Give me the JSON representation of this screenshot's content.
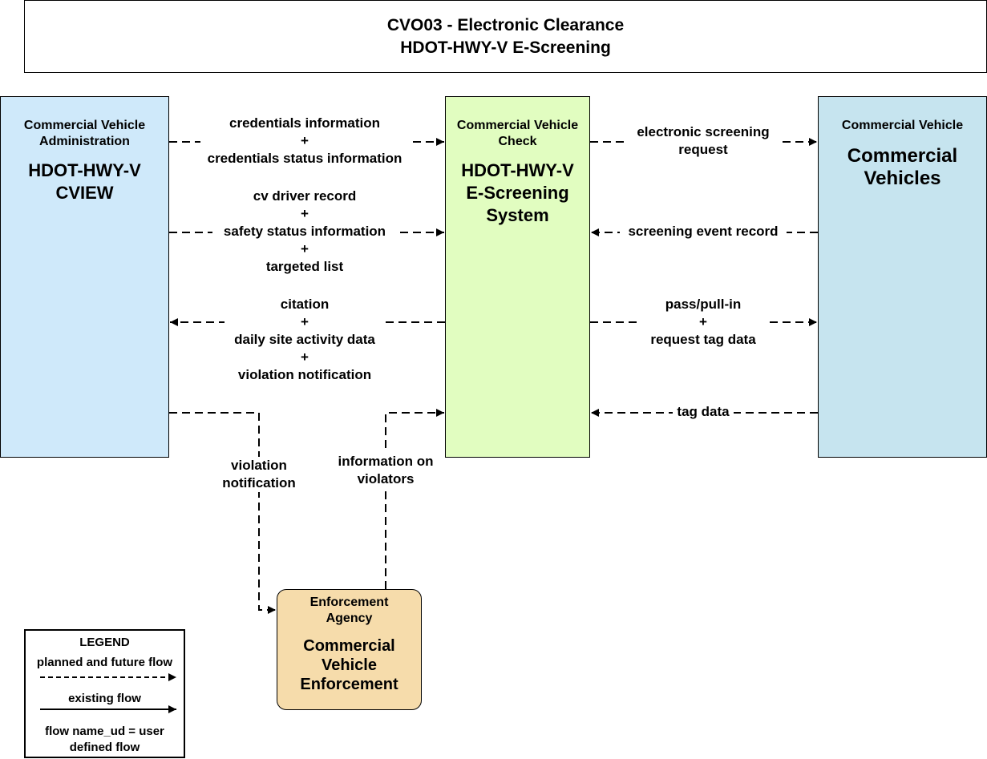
{
  "title": {
    "line1": "CVO03 - Electronic Clearance",
    "line2": "HDOT-HWY-V E-Screening"
  },
  "nodes": {
    "cva": {
      "category": "Commercial Vehicle Administration",
      "name_line1": "HDOT-HWY-V",
      "name_line2": "CVIEW",
      "fill": "#cfe9fa"
    },
    "cvc": {
      "category": "Commercial Vehicle Check",
      "name_line1": "HDOT-HWY-V",
      "name_line2": "E-Screening",
      "name_line3": "System",
      "fill": "#e1fdc0"
    },
    "cv": {
      "category": "Commercial Vehicle",
      "name_line1": "Commercial",
      "name_line2": "Vehicles",
      "fill": "#c6e4ef"
    },
    "cve": {
      "category_line1": "Enforcement",
      "category_line2": "Agency",
      "name_line1": "Commercial",
      "name_line2": "Vehicle",
      "name_line3": "Enforcement",
      "fill": "#f6dcab"
    }
  },
  "flows": {
    "f1": {
      "a": "credentials information",
      "plus": "+",
      "b": "credentials status information"
    },
    "f2": {
      "a": "cv driver record",
      "plus1": "+",
      "b": "safety status information",
      "plus2": "+",
      "c": "targeted list"
    },
    "f3": {
      "a": "citation",
      "plus1": "+",
      "b": "daily site activity data",
      "plus2": "+",
      "c": "violation notification"
    },
    "f4": {
      "a": "violation",
      "b": "notification"
    },
    "f5": {
      "a": "information on",
      "b": "violators"
    },
    "f6": {
      "a": "electronic screening",
      "b": "request"
    },
    "f7": {
      "a": "screening event record"
    },
    "f8": {
      "a": "pass/pull-in",
      "plus": "+",
      "b": "request tag data"
    },
    "f9": {
      "a": "tag data"
    }
  },
  "legend": {
    "title": "LEGEND",
    "planned": "planned and future flow",
    "existing": "existing flow",
    "note": "flow name_ud = user defined flow"
  }
}
